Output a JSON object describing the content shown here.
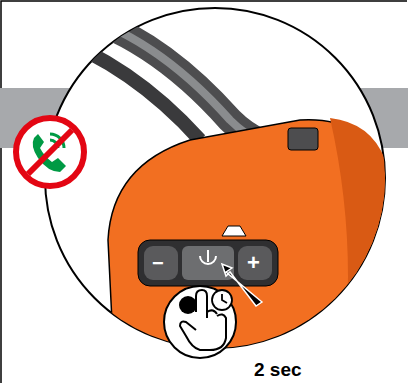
{
  "diagram": {
    "labels": [
      "−",
      "+",
      "2 sec"
    ]
  }
}
